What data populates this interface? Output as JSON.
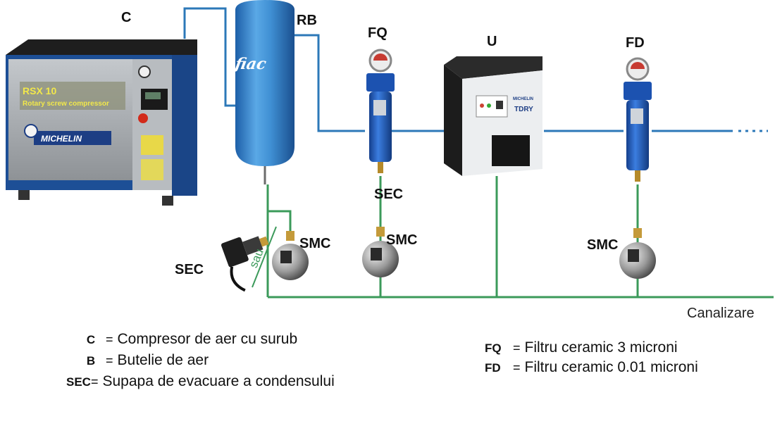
{
  "labels": {
    "compressor": "C",
    "receiver": "RB",
    "filter_q": "FQ",
    "dryer": "U",
    "filter_d": "FD",
    "sec_filter": "SEC",
    "sec_left": "SEC",
    "smc_1": "SMC",
    "smc_2": "SMC",
    "smc_3": "SMC",
    "sau": "sau",
    "drain": "Canalizare"
  },
  "equipment_text": {
    "compressor_model": "RSX 10",
    "compressor_sub": "Rotary screw compressor",
    "compressor_brand": "MICHELIN",
    "tank_brand": "fiac",
    "dryer_brand": "MICHELIN",
    "dryer_model": "TDRY"
  },
  "legend": {
    "left": [
      {
        "key": "C",
        "desc": "Compresor de aer cu surub"
      },
      {
        "key": "B",
        "desc": "Butelie de aer"
      },
      {
        "key": "SEC",
        "desc": "Supapa de evacuare a condensului"
      }
    ],
    "right": [
      {
        "key": "FQ",
        "desc": "Filtru ceramic 3 microni"
      },
      {
        "key": "FD",
        "desc": "Filtru ceramic 0.01 microni"
      }
    ],
    "separator": "="
  },
  "colors": {
    "air_line": "#2c78b8",
    "drain_line": "#3b9a5a",
    "compressor_body": "#a9adb1",
    "compressor_frame": "#1d4f96",
    "tank": "#3f8fd3",
    "filter": "#2266c8",
    "dryer_top": "#2b2b2b",
    "dryer_front": "#eceef0"
  }
}
